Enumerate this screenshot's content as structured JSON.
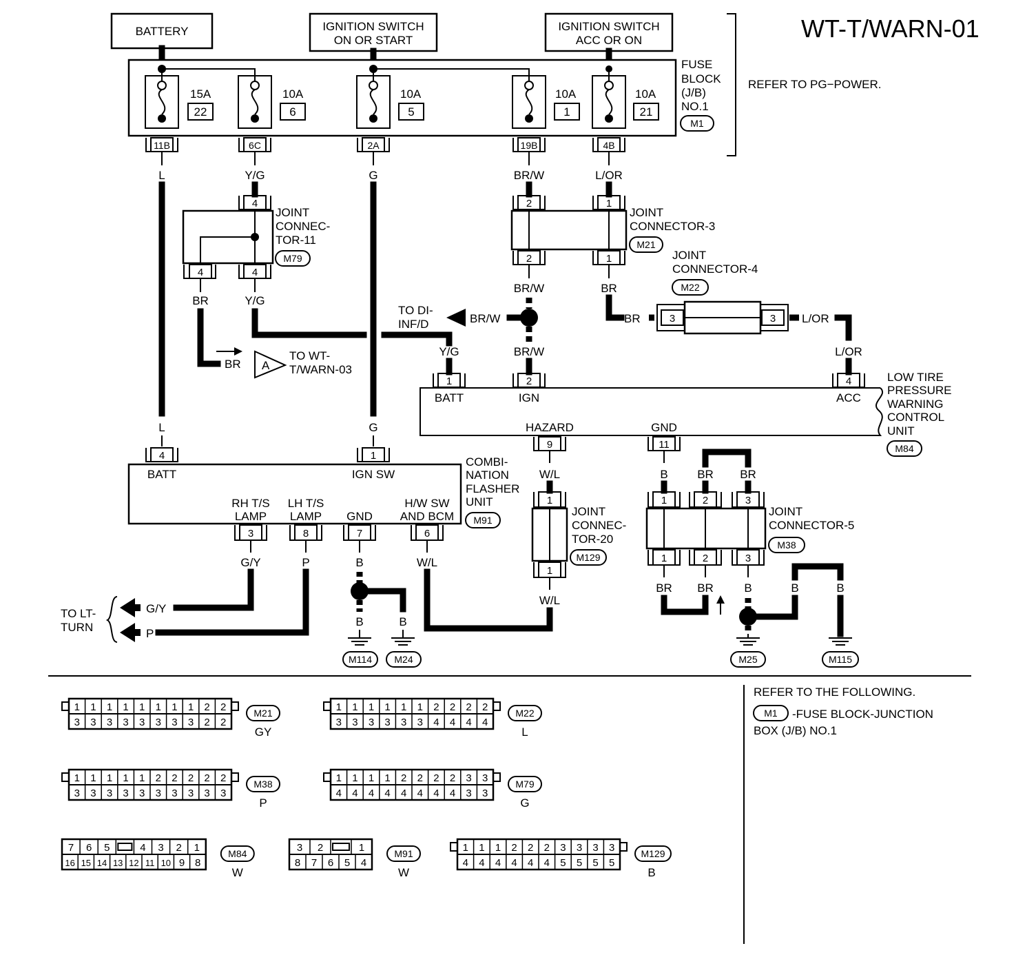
{
  "title": "WT-T/WARN-01",
  "sources": {
    "battery": "BATTERY",
    "ign_on_1": "IGNITION SWITCH",
    "ign_on_2": "ON OR START",
    "ign_acc_1": "IGNITION SWITCH",
    "ign_acc_2": "ACC OR ON"
  },
  "fuse_block": {
    "label_1": "FUSE",
    "label_2": "BLOCK",
    "label_3": "(J/B)",
    "label_4": "NO.1",
    "code": "M1",
    "refer": "REFER TO  PG−POWER.",
    "fuses": [
      {
        "amp": "15A",
        "num": "22",
        "terminal": "11B"
      },
      {
        "amp": "10A",
        "num": "6",
        "terminal": "6C"
      },
      {
        "amp": "10A",
        "num": "5",
        "terminal": "2A"
      },
      {
        "amp": "10A",
        "num": "1",
        "terminal": "19B"
      },
      {
        "amp": "10A",
        "num": "21",
        "terminal": "4B"
      }
    ]
  },
  "wires": {
    "L": "L",
    "YG": "Y/G",
    "G": "G",
    "BRW": "BR/W",
    "LOR": "L/OR",
    "BR": "BR",
    "WL": "W/L",
    "B": "B",
    "GY": "G/Y",
    "P": "P"
  },
  "jc11": {
    "l1": "JOINT",
    "l2": "CONNEC-",
    "l3": "TOR-11",
    "code": "M79",
    "pin": "4"
  },
  "jc3": {
    "l1": "JOINT",
    "l2": "CONNECTOR-3",
    "code": "M21",
    "pin_a": "2",
    "pin_b": "1"
  },
  "jc4": {
    "l1": "JOINT",
    "l2": "CONNECTOR-4",
    "code": "M22",
    "pin": "3"
  },
  "jc20": {
    "l1": "JOINT",
    "l2": "CONNEC-",
    "l3": "TOR-20",
    "code": "M129",
    "pin": "1"
  },
  "jc5": {
    "l1": "JOINT",
    "l2": "CONNECTOR-5",
    "code": "M38",
    "pins": [
      "1",
      "2",
      "3"
    ]
  },
  "refs": {
    "di_1": "TO DI-",
    "di_2": "INF/D",
    "wt_1": "TO WT-",
    "wt_2": "T/WARN-03",
    "wt_tag": "A",
    "lt_1": "TO LT-",
    "lt_2": "TURN"
  },
  "ltpw": {
    "l1": "LOW TIRE",
    "l2": "PRESSURE",
    "l3": "WARNING",
    "l4": "CONTROL",
    "l5": "UNIT",
    "code": "M84",
    "pins": {
      "batt": "1",
      "ign": "2",
      "acc": "4",
      "hazard": "9",
      "gnd": "11"
    },
    "labels": {
      "batt": "BATT",
      "ign": "IGN",
      "acc": "ACC",
      "hazard": "HAZARD",
      "gnd": "GND"
    }
  },
  "flasher": {
    "l1": "COMBI-",
    "l2": "NATION",
    "l3": "FLASHER",
    "l4": "UNIT",
    "code": "M91",
    "pins": {
      "batt": "4",
      "ign": "1",
      "rh": "3",
      "lh": "8",
      "gnd": "7",
      "hw": "6"
    },
    "labels": {
      "batt": "BATT",
      "ign": "IGN SW",
      "rh_1": "RH T/S",
      "rh_2": "LAMP",
      "lh_1": "LH T/S",
      "lh_2": "LAMP",
      "gnd": "GND",
      "hw_1": "H/W SW",
      "hw_2": "AND BCM"
    }
  },
  "grounds": [
    "M114",
    "M24",
    "M25",
    "M115"
  ],
  "legend_refer": {
    "l1": "REFER TO THE FOLLOWING.",
    "code": "M1",
    "l2": "-FUSE BLOCK-JUNCTION",
    "l3": "BOX (J/B) NO.1"
  },
  "connectors": [
    {
      "code": "M21",
      "color": "GY",
      "top": [
        "1",
        "1",
        "1",
        "1",
        "1",
        "1",
        "1",
        "1",
        "2",
        "2"
      ],
      "bottom": [
        "3",
        "3",
        "3",
        "3",
        "3",
        "3",
        "3",
        "3",
        "2",
        "2"
      ]
    },
    {
      "code": "M22",
      "color": "L",
      "top": [
        "1",
        "1",
        "1",
        "1",
        "1",
        "1",
        "2",
        "2",
        "2",
        "2"
      ],
      "bottom": [
        "3",
        "3",
        "3",
        "3",
        "3",
        "3",
        "4",
        "4",
        "4",
        "4"
      ]
    },
    {
      "code": "M38",
      "color": "P",
      "top": [
        "1",
        "1",
        "1",
        "1",
        "1",
        "2",
        "2",
        "2",
        "2",
        "2"
      ],
      "bottom": [
        "3",
        "3",
        "3",
        "3",
        "3",
        "3",
        "3",
        "3",
        "3",
        "3"
      ]
    },
    {
      "code": "M79",
      "color": "G",
      "top": [
        "1",
        "1",
        "1",
        "1",
        "2",
        "2",
        "2",
        "2",
        "3",
        "3"
      ],
      "bottom": [
        "4",
        "4",
        "4",
        "4",
        "4",
        "4",
        "4",
        "4",
        "3",
        "3"
      ]
    },
    {
      "code": "M84",
      "color": "W",
      "top": [
        "7",
        "6",
        "5",
        "",
        "4",
        "3",
        "2",
        "1"
      ],
      "bottom": [
        "16",
        "15",
        "14",
        "13",
        "12",
        "11",
        "10",
        "9",
        "8"
      ]
    },
    {
      "code": "M91",
      "color": "W",
      "top": [
        "3",
        "2",
        "",
        "1"
      ],
      "bottom": [
        "8",
        "7",
        "6",
        "5",
        "4"
      ]
    },
    {
      "code": "M129",
      "color": "B",
      "top": [
        "1",
        "1",
        "1",
        "2",
        "2",
        "2",
        "3",
        "3",
        "3",
        "3"
      ],
      "bottom": [
        "4",
        "4",
        "4",
        "4",
        "4",
        "4",
        "5",
        "5",
        "5",
        "5"
      ]
    }
  ]
}
